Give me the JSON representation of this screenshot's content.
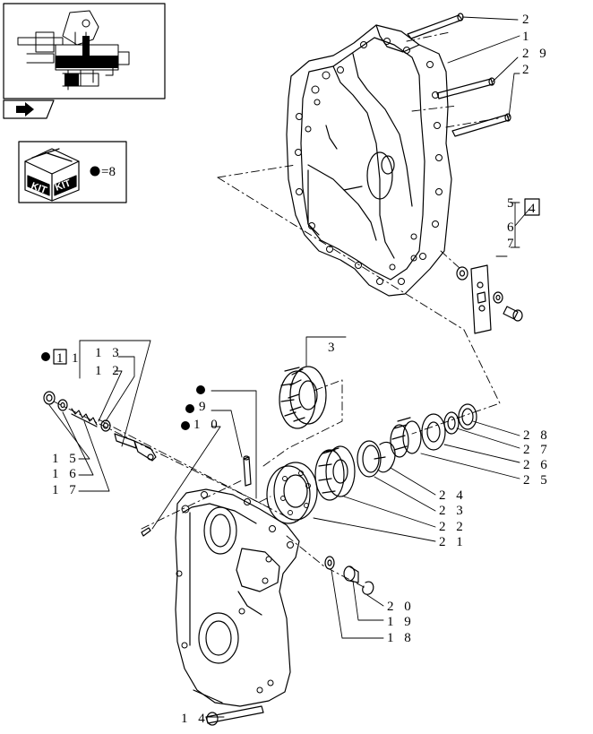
{
  "callouts": {
    "c1": "1",
    "c2a": "2",
    "c2b": "2",
    "c29": "2 9",
    "c3": "3",
    "c4": "4",
    "c5": "5",
    "c6": "6",
    "c7": "7",
    "c9": "9",
    "c10": "1 0",
    "c11": "1",
    "c11b": "1",
    "c12": "1 2",
    "c13": "1 3",
    "c14": "1 4",
    "c15": "1 5",
    "c16": "1 6",
    "c17": "1 7",
    "c18": "1 8",
    "c19": "1 9",
    "c20": "2 0",
    "c21": "2 1",
    "c22": "2 2",
    "c23": "2 3",
    "c24": "2 4",
    "c25": "2 5",
    "c26": "2 6",
    "c27": "2 7",
    "c28": "2 8"
  },
  "kit_legend": {
    "kit_word": "KIT",
    "equals_text": "=8"
  },
  "colors": {
    "line": "#000000",
    "background": "#ffffff"
  }
}
